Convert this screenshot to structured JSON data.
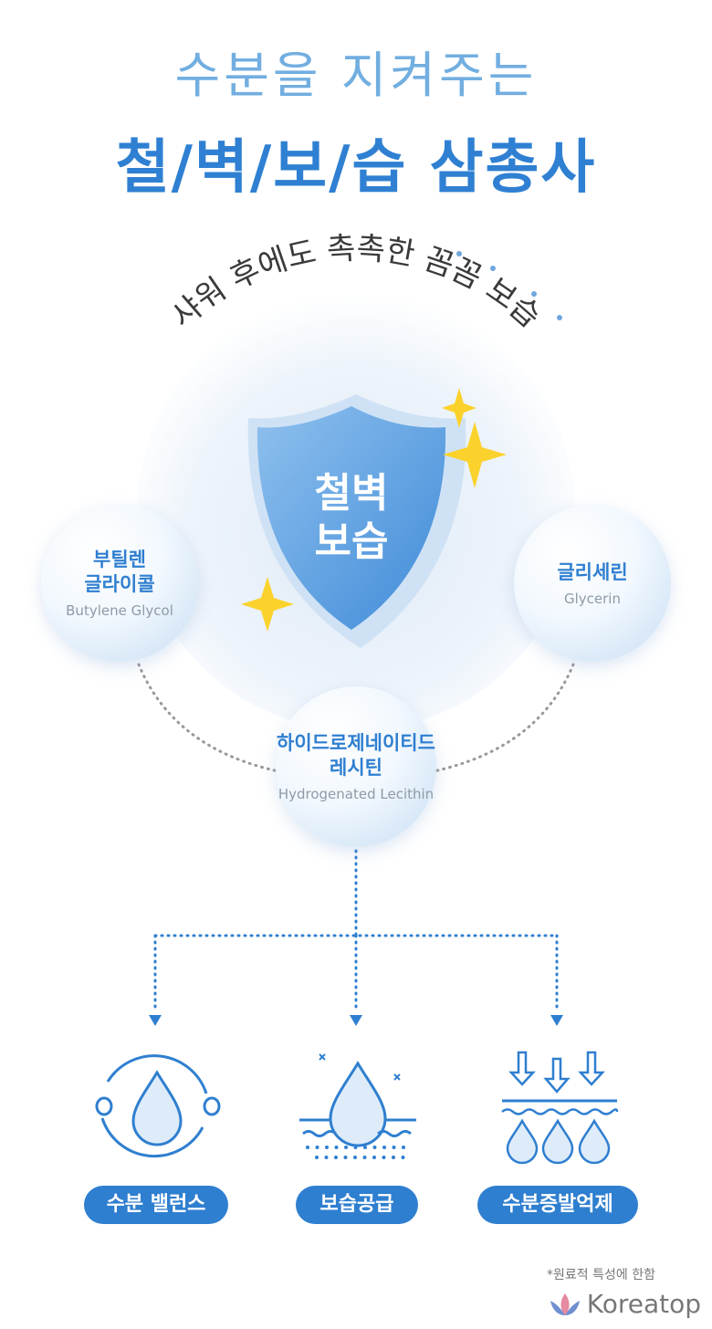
{
  "header": {
    "subtitle": "수분을 지켜주는",
    "title": "철/벽/보/습 삼총사"
  },
  "arc_text": "샤워 후에도 촉촉한 꼼꼼 보습",
  "shield_text": [
    "철벽",
    "보습"
  ],
  "ingredients": [
    {
      "ko": [
        "부틸렌",
        "글라이콜"
      ],
      "en": "Butylene Glycol"
    },
    {
      "ko": [
        "글리세린"
      ],
      "en": "Glycerin"
    },
    {
      "ko": [
        "하이드로제네이티드",
        "레시틴"
      ],
      "en": "Hydrogenated Lecithin"
    }
  ],
  "benefits": [
    {
      "label": "수분 밸런스",
      "icon": "water-balance-icon"
    },
    {
      "label": "보습공급",
      "icon": "moisture-supply-icon"
    },
    {
      "label": "수분증발억제",
      "icon": "evaporation-block-icon"
    }
  ],
  "footnote": "*원료적 특성에 한함",
  "brand": "Koreatop",
  "colors": {
    "primary": "#2f7fd0",
    "light": "#72aee0",
    "drop_fill": "#deecfa"
  }
}
